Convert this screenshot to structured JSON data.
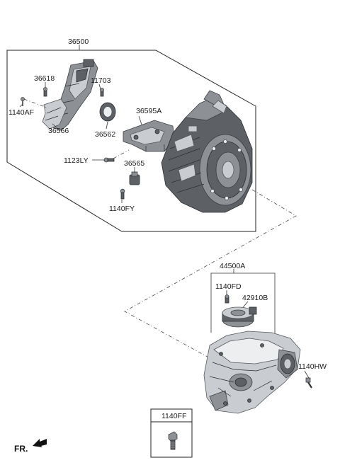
{
  "labels": {
    "motor_assy": "36500",
    "cover": "36618",
    "bolt_cover": "11703",
    "bolt_af": "1140AF",
    "bracket": "36566",
    "seal": "36562",
    "mount_bracket": "36595A",
    "bolt_ly": "1123LY",
    "sensor": "36565",
    "bolt_fy": "1140FY",
    "reducer_assy": "44500A",
    "bolt_fd": "1140FD",
    "actuator": "42910B",
    "bolt_hw": "1140HW",
    "bolt_ff": "1140FF",
    "front_marker": "FR."
  }
}
